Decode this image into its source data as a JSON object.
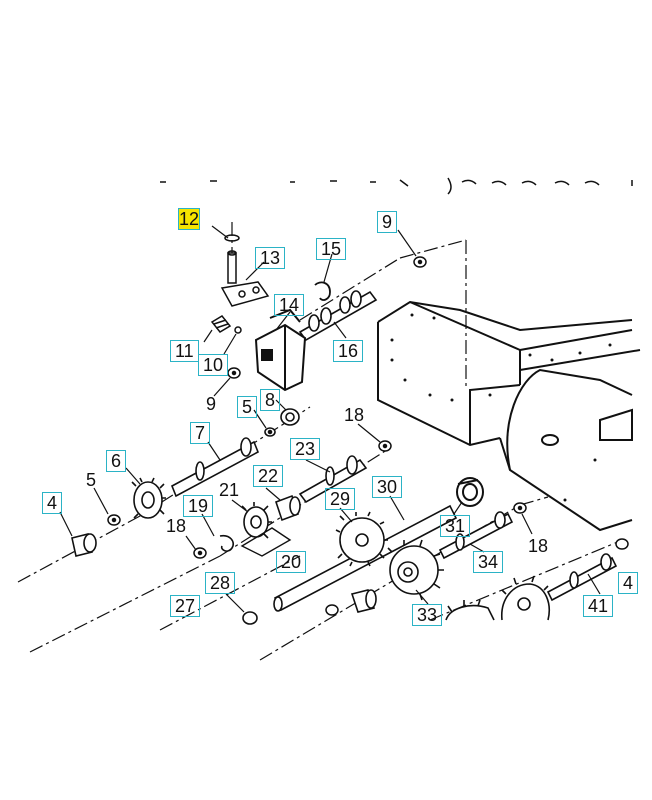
{
  "callouts": [
    {
      "id": "c12",
      "text": "12",
      "style": "hl"
    },
    {
      "id": "c13",
      "text": "13",
      "style": "boxed"
    },
    {
      "id": "c15",
      "text": "15",
      "style": "boxed"
    },
    {
      "id": "c9a",
      "text": "9",
      "style": "boxed"
    },
    {
      "id": "c14",
      "text": "14",
      "style": "boxed"
    },
    {
      "id": "c11",
      "text": "11",
      "style": "boxed"
    },
    {
      "id": "c10",
      "text": "10",
      "style": "boxed"
    },
    {
      "id": "c16",
      "text": "16",
      "style": "boxed"
    },
    {
      "id": "c9b",
      "text": "9",
      "style": "plain"
    },
    {
      "id": "c5a",
      "text": "5",
      "style": "boxed"
    },
    {
      "id": "c8",
      "text": "8",
      "style": "boxed"
    },
    {
      "id": "c18a",
      "text": "18",
      "style": "plain"
    },
    {
      "id": "c7",
      "text": "7",
      "style": "boxed"
    },
    {
      "id": "c23",
      "text": "23",
      "style": "boxed"
    },
    {
      "id": "c6",
      "text": "6",
      "style": "boxed"
    },
    {
      "id": "c5b",
      "text": "5",
      "style": "plain"
    },
    {
      "id": "c22",
      "text": "22",
      "style": "boxed"
    },
    {
      "id": "c21",
      "text": "21",
      "style": "plain"
    },
    {
      "id": "c30",
      "text": "30",
      "style": "boxed"
    },
    {
      "id": "c29",
      "text": "29",
      "style": "boxed"
    },
    {
      "id": "c4a",
      "text": "4",
      "style": "boxed"
    },
    {
      "id": "c19",
      "text": "19",
      "style": "boxed"
    },
    {
      "id": "c31",
      "text": "31",
      "style": "boxed"
    },
    {
      "id": "c18b",
      "text": "18",
      "style": "plain"
    },
    {
      "id": "c18c",
      "text": "18",
      "style": "plain"
    },
    {
      "id": "c20",
      "text": "20",
      "style": "boxed"
    },
    {
      "id": "c34",
      "text": "34",
      "style": "boxed"
    },
    {
      "id": "c28",
      "text": "28",
      "style": "boxed"
    },
    {
      "id": "c27",
      "text": "27",
      "style": "boxed"
    },
    {
      "id": "c41",
      "text": "41",
      "style": "boxed"
    },
    {
      "id": "c4b",
      "text": "4",
      "style": "boxed"
    },
    {
      "id": "c33",
      "text": "33",
      "style": "boxed"
    }
  ]
}
